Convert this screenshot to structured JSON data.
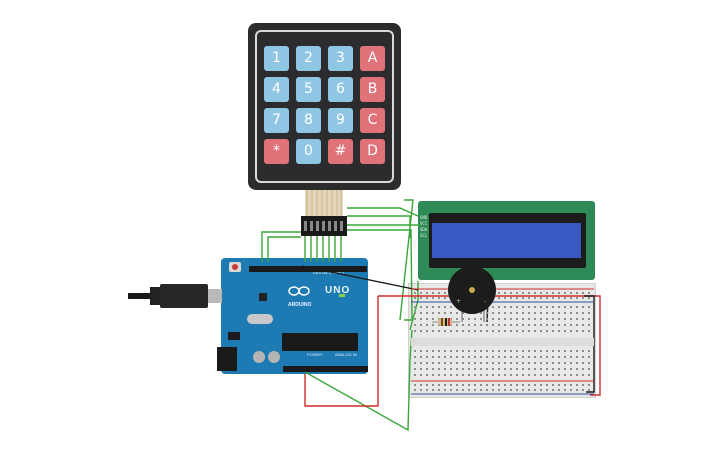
{
  "keypad": {
    "keys": [
      {
        "label": "1",
        "kind": "num"
      },
      {
        "label": "2",
        "kind": "num"
      },
      {
        "label": "3",
        "kind": "num"
      },
      {
        "label": "A",
        "kind": "fn"
      },
      {
        "label": "4",
        "kind": "num"
      },
      {
        "label": "5",
        "kind": "num"
      },
      {
        "label": "6",
        "kind": "num"
      },
      {
        "label": "B",
        "kind": "fn"
      },
      {
        "label": "7",
        "kind": "num"
      },
      {
        "label": "8",
        "kind": "num"
      },
      {
        "label": "9",
        "kind": "num"
      },
      {
        "label": "C",
        "kind": "fn"
      },
      {
        "label": "*",
        "kind": "fn"
      },
      {
        "label": "0",
        "kind": "num"
      },
      {
        "label": "#",
        "kind": "fn"
      },
      {
        "label": "D",
        "kind": "fn"
      }
    ]
  },
  "arduino": {
    "model_label": "UNO",
    "brand_label": "ARDUINO",
    "digital_header_label": "DIGITAL (PWM~)",
    "power_header_label": "POWER",
    "analog_header_label": "ANALOG IN"
  },
  "lcd": {
    "pin_labels": [
      "GND",
      "VCC",
      "SDA",
      "SCL"
    ]
  },
  "colors": {
    "wire_green": "#3aa63a",
    "wire_red": "#d22b2b",
    "wire_black": "#1a1a1a",
    "board_blue": "#1d7ab3",
    "lcd_green": "#2e8b57",
    "lcd_screen": "#3858c4",
    "key_blue": "#8fc6e4",
    "key_red": "#e0727a"
  }
}
